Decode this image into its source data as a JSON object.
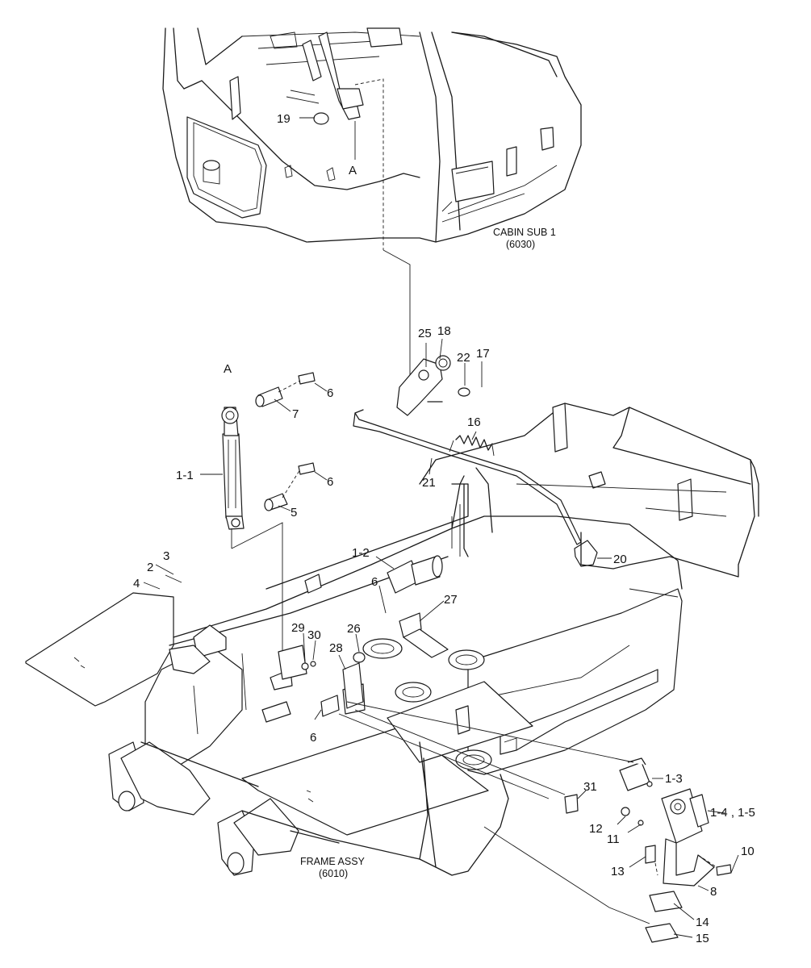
{
  "assemblies": {
    "cabin_title": "CABIN SUB 1",
    "cabin_code": "(6030)",
    "frame_title": "FRAME ASSY",
    "frame_code": "(6010)"
  },
  "callouts": {
    "p19": "19",
    "a_top": "A",
    "a_cyl": "A",
    "p25": "25",
    "p18": "18",
    "p22": "22",
    "p17": "17",
    "p16": "16",
    "p21": "21",
    "p20": "20",
    "p6a": "6",
    "p7": "7",
    "p1_1": "1-1",
    "p6b": "6",
    "p5": "5",
    "p3": "3",
    "p2": "2",
    "p4": "4",
    "p1_2": "1-2",
    "p6c": "6",
    "p27": "27",
    "p29": "29",
    "p30": "30",
    "p26": "26",
    "p28": "28",
    "p6d": "6",
    "p1_3": "1-3",
    "p31": "31",
    "p1_4": "1-4 , 1-5",
    "p12": "12",
    "p11": "11",
    "p10": "10",
    "p13": "13",
    "p8": "8",
    "p14": "14",
    "p15": "15"
  }
}
